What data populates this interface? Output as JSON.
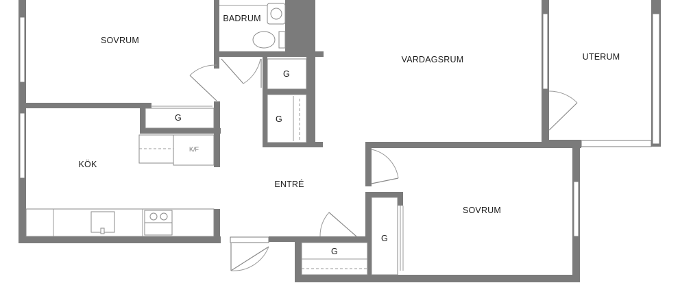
{
  "rooms": {
    "sovrum_top": "SOVRUM",
    "badrum": "BADRUM",
    "vardagsrum": "VARDAGSRUM",
    "uterum": "UTERUM",
    "kok": "KÖK",
    "entre": "ENTRÉ",
    "sovrum_bottom": "SOVRUM"
  },
  "storage": {
    "g_bath": "G",
    "g_hall": "G",
    "g_bedroom1": "G",
    "g_entre": "G",
    "g_bedroom2": "G"
  },
  "appliances": {
    "kf": "K/F"
  },
  "colors": {
    "wall": "#7b7b7b",
    "background": "#ffffff"
  }
}
